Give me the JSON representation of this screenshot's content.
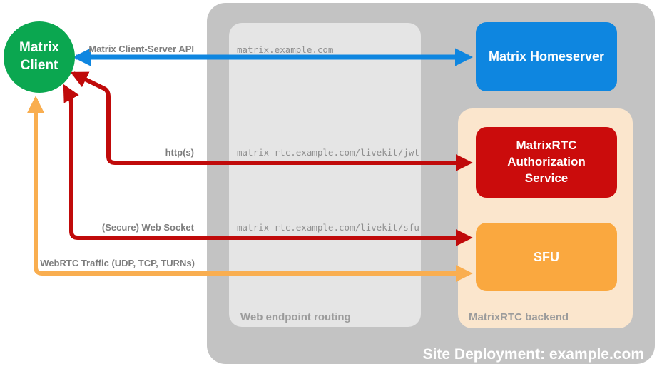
{
  "diagram": {
    "title": "Site Deployment: example.com",
    "client": {
      "name": "Matrix Client",
      "color": "#0ba750"
    },
    "homeserver": {
      "name": "Matrix Homeserver",
      "color": "#0e86e0"
    },
    "auth_service": {
      "name": "MatrixRTC Authorization Service",
      "color": "#cb0c0c"
    },
    "sfu": {
      "name": "SFU",
      "color": "#faa83f"
    },
    "routing": {
      "label": "Web endpoint routing",
      "endpoints": [
        "matrix.example.com",
        "matrix-rtc.example.com/livekit/jwt",
        "matrix-rtc.example.com/livekit/sfu"
      ]
    },
    "backend": {
      "label": "MatrixRTC backend"
    },
    "connections": [
      {
        "label": "Matrix Client-Server API",
        "color": "#0e86e0",
        "from": "Matrix Client",
        "to": "Matrix Homeserver",
        "bidirectional": true
      },
      {
        "label": "http(s)",
        "color": "#c00a0a",
        "from": "Matrix Client",
        "to": "MatrixRTC Authorization Service",
        "bidirectional": true
      },
      {
        "label": "(Secure) Web Socket",
        "color": "#c00a0a",
        "from": "Matrix Client",
        "to": "SFU",
        "bidirectional": true
      },
      {
        "label": "WebRTC Traffic (UDP, TCP, TURNs)",
        "color": "#f9ae50",
        "from": "Matrix Client",
        "to": "SFU",
        "bidirectional": true
      }
    ],
    "colors": {
      "container_gray": "#c3c3c3",
      "routing_gray": "#e5e5e5",
      "backend_peach": "#fbe6cd"
    }
  }
}
